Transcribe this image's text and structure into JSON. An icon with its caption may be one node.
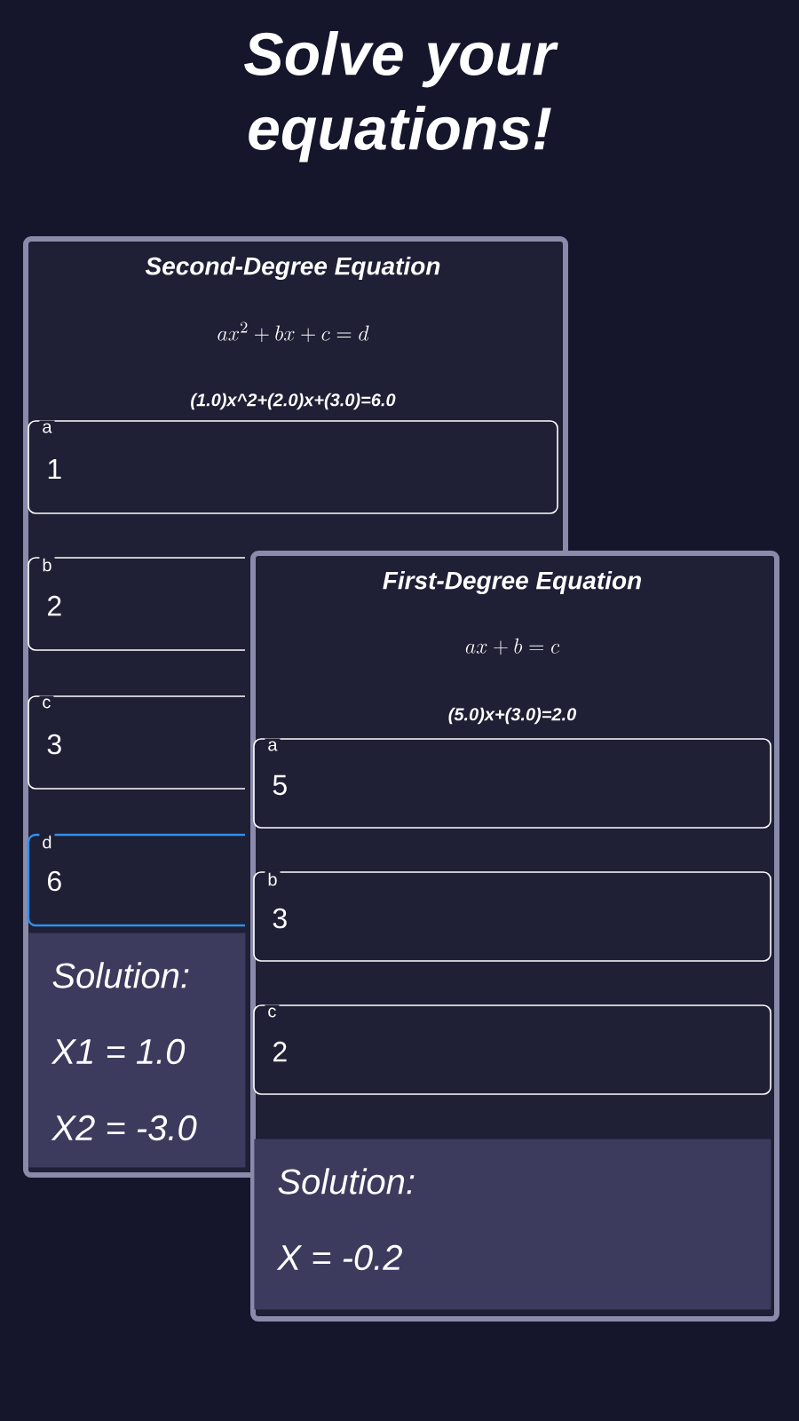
{
  "diagram": {
    "title": "Solve your equations!",
    "nodes": [
      {
        "text": [
          "Second-Degree Equation",
          "ax^2+bx+c=d",
          "(1.0)x^2+(2.0)x+(3.0)=6.0"
        ]
      },
      {
        "text": [
          "a",
          "1"
        ],
        "in": 0
      },
      {
        "text": [
          "b",
          "2"
        ],
        "in": 0
      },
      {
        "text": [
          "c",
          "3"
        ],
        "in": 0
      },
      {
        "text": [
          "d",
          "6"
        ],
        "in": 0
      },
      {
        "text": [
          "Solution:",
          "X1 = 1.0",
          "X2 = -3.0"
        ],
        "in": 0
      },
      {
        "text": [
          "First-Degree Equation",
          "ax+b=c",
          "(5.0)x+(3.0)=2.0"
        ]
      },
      {
        "text": [
          "a",
          "5"
        ],
        "in": 6
      },
      {
        "text": [
          "b",
          "3"
        ],
        "in": 6
      },
      {
        "text": [
          "c",
          "2"
        ],
        "in": 6
      },
      {
        "text": [
          "Solution:",
          "X = -0.2"
        ],
        "in": 6
      }
    ]
  }
}
